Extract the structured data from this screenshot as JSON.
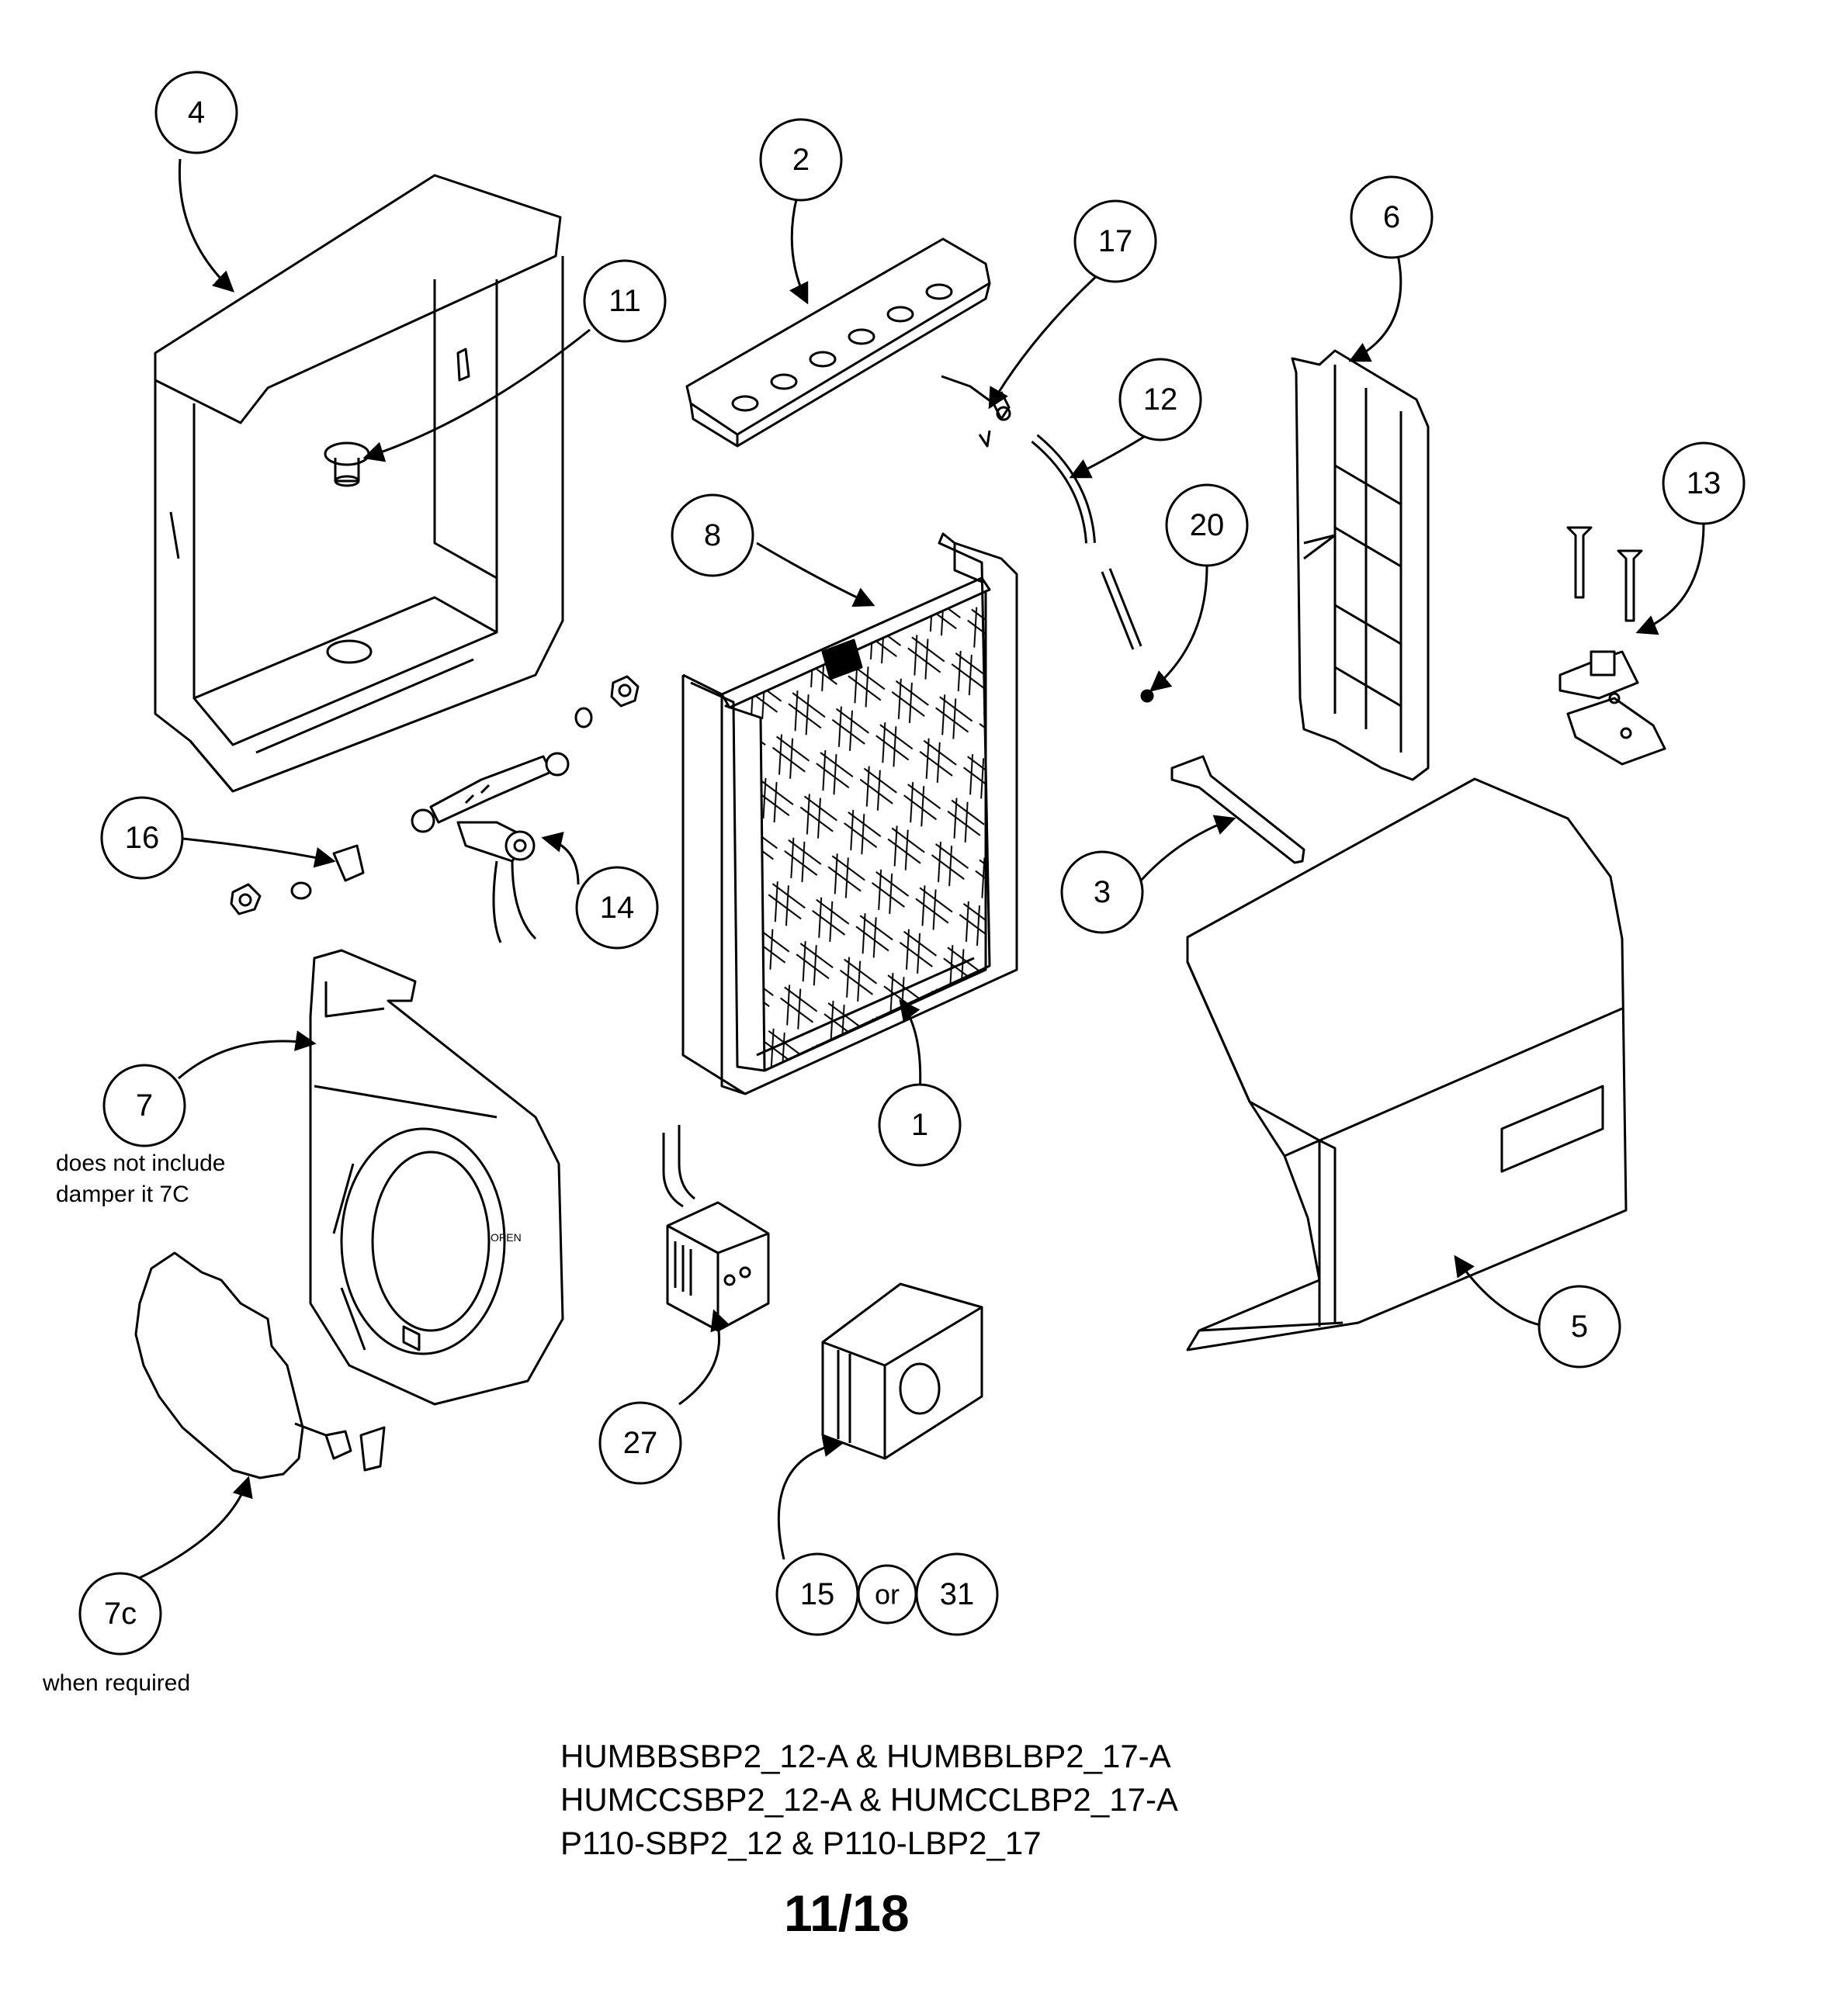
{
  "callouts": {
    "c4": "4",
    "c2": "2",
    "c17": "17",
    "c6": "6",
    "c11": "11",
    "c12": "12",
    "c13": "13",
    "c8": "8",
    "c20": "20",
    "c16": "16",
    "c14": "14",
    "c3": "3",
    "c7": "7",
    "c1": "1",
    "c5": "5",
    "c27": "27",
    "c7c": "7c",
    "c15": "15",
    "cor": "or",
    "c31": "31"
  },
  "notes": {
    "n7_line1": "does not include",
    "n7_line2": "damper it 7C",
    "n7c": "when required"
  },
  "models": [
    "HUMBBSBP2_12-A & HUMBBLBP2_17-A",
    "HUMCCSBP2_12-A & HUMCCLBP2_17-A",
    "P110-SBP2_12 & P110-LBP2_17"
  ],
  "page_number": "11/18"
}
